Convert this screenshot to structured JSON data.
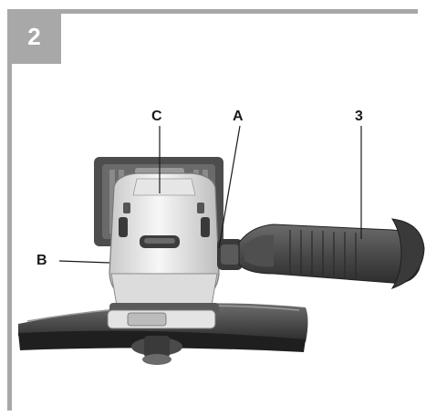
{
  "figure": {
    "number": "2",
    "labels": {
      "c": "C",
      "a": "A",
      "three": "3",
      "b": "B"
    }
  },
  "colors": {
    "frame": "#a8a8a8",
    "tool_body": "#f2f2f2",
    "tool_dark": "#3c3c3c",
    "handle": "#575757"
  }
}
